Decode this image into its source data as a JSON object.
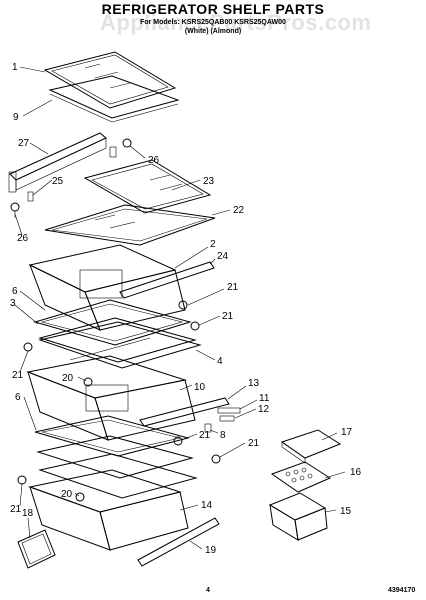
{
  "header": {
    "title": "REFRIGERATOR SHELF PARTS",
    "subtitle_line1": "For Models: KSRS25QAB00  KSRS25QAW00",
    "subtitle_line2": "(White)          (Almond)",
    "watermark": "AppliancePartsPros.com"
  },
  "footer": {
    "page_number": "4",
    "document_number": "4394170"
  },
  "callouts": [
    "1",
    "9",
    "27",
    "26",
    "25",
    "23",
    "22",
    "26",
    "2",
    "24",
    "6",
    "21",
    "3",
    "21",
    "4",
    "21",
    "20",
    "10",
    "13",
    "11",
    "12",
    "6",
    "21",
    "8",
    "21",
    "17",
    "16",
    "21",
    "20",
    "14",
    "15",
    "18",
    "19"
  ]
}
